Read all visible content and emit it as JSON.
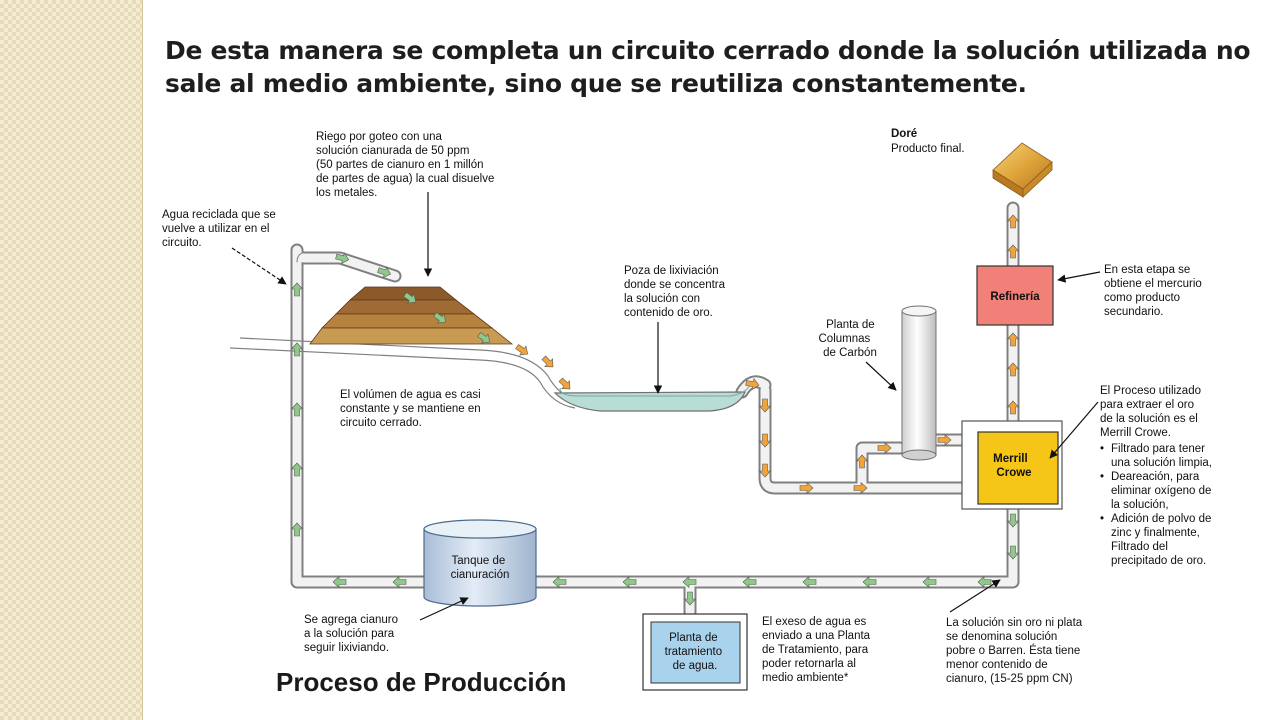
{
  "slide": {
    "heading_lines": [
      "De esta manera se completa un circuito cerrado donde la solución utilizada no",
      "sale al medio ambiente, sino que se reutiliza constantemente."
    ]
  },
  "diagram": {
    "title": "Proceso de Producción",
    "labels": {
      "riego": [
        "Riego por goteo con una",
        "solución cianurada de 50 ppm",
        "(50 partes de cianuro en 1 millón",
        "de partes de agua) la cual disuelve",
        "los metales."
      ],
      "agua_reciclada": [
        "Agua reciclada que se",
        "vuelve a utilizar en el",
        "circuito."
      ],
      "volumen": [
        "El volúmen de agua es casi",
        "constante y se mantiene en",
        "circuito cerrado."
      ],
      "poza": [
        "Poza de lixiviación",
        "donde se concentra",
        "la solución con",
        "contenido de oro."
      ],
      "columnas": [
        "Planta de",
        "Columnas",
        "de Carbón"
      ],
      "dore_title": "Doré",
      "dore_sub": "Producto final.",
      "refineria_text": [
        "En esta etapa se",
        "obtiene el mercurio",
        "como producto",
        "secundario."
      ],
      "merrill_text": [
        "El Proceso utilizado",
        "para extraer el oro",
        "de la solución es el",
        "Merrill Crowe."
      ],
      "merrill_bullets": [
        [
          "Filtrado para tener",
          "una solución limpia,"
        ],
        [
          "Deareación, para",
          "eliminar oxígeno de",
          "la solución,"
        ],
        [
          "Adición de polvo de",
          "zinc y finalmente,",
          "Filtrado del",
          "precipitado de oro."
        ]
      ],
      "cianuro": [
        "Se agrega cianuro",
        "a la solución para",
        "seguir lixiviando."
      ],
      "exceso": [
        "El exeso de agua es",
        "enviado a una Planta",
        "de Tratamiento, para",
        "poder retornarla al",
        "medio ambiente*"
      ],
      "barren": [
        "La solución sin oro ni plata",
        "se denomina solución",
        "pobre o Barren. Ésta tiene",
        "menor contenido de",
        "cianuro, (15-25 ppm CN)"
      ]
    },
    "boxes": {
      "refineria": "Refinería",
      "merrill": [
        "Merrill",
        "Crowe"
      ],
      "tanque": [
        "Tanque de",
        "cianuración"
      ],
      "planta_tratamiento": [
        "Planta de",
        "tratamiento",
        "de agua."
      ]
    },
    "colors": {
      "pipe_fill": "#f2f2f2",
      "pipe_stroke": "#808080",
      "arrow_green": "#8fc98a",
      "arrow_orange": "#f2a43a",
      "refineria": "#f08078",
      "merrill": "#f5c518",
      "tanque": "#c6d6e8",
      "planta": "#a9d2ec",
      "heap": [
        "#8a5a2b",
        "#a06a35",
        "#b7813e",
        "#c99a52"
      ],
      "gold": "#e0a63c"
    }
  }
}
